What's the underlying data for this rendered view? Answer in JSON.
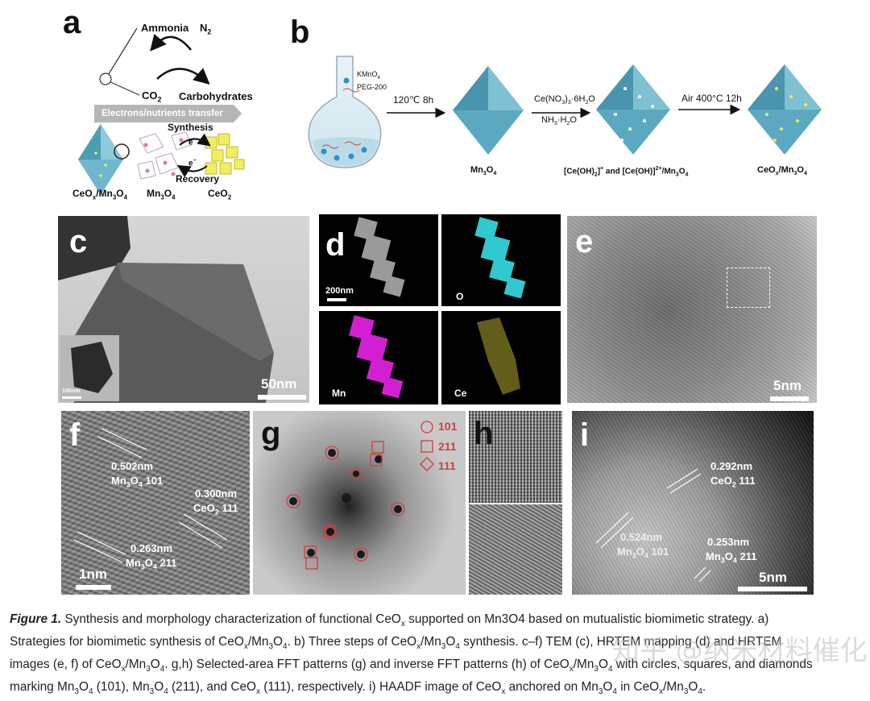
{
  "panels": {
    "a": {
      "label": "a",
      "ammonia": "Ammonia",
      "n2": "N",
      "n2_sub": "2",
      "co2": "CO",
      "co2_sub": "2",
      "carbohydrates": "Carbohydrates",
      "transfer": "Electrons/nutrients transfer",
      "synthesis": "Synthesis",
      "recovery": "Recovery",
      "e1": "e",
      "e2": "e",
      "ceox": "CeO",
      "ceox_rest": "/Mn",
      "mn3o4_a": "Mn",
      "ceo2": "CeO"
    },
    "b": {
      "label": "b",
      "kmno4": "KMnO",
      "peg": "PEG-200",
      "step1": "120℃ 8h",
      "step2_top": "Ce(NO",
      "step2_bottom": "NH",
      "step3": "Air 400°C 12h",
      "prod1": "Mn",
      "prod2": "[Ce(OH)",
      "prod3": "CeO"
    },
    "c": {
      "label": "c",
      "scale": "50nm",
      "inset_scale": "100nm"
    },
    "d": {
      "label": "d",
      "scale": "200nm",
      "o": "O",
      "mn": "Mn",
      "ce": "Ce"
    },
    "e": {
      "label": "e",
      "scale": "5nm"
    },
    "f": {
      "label": "f",
      "d1": "0.502nm",
      "p1": "Mn",
      "d2": "0.300nm",
      "p2": "CeO",
      "d3": "0.263nm",
      "p3": "Mn",
      "scale": "1nm"
    },
    "g": {
      "label": "g",
      "l1": "101",
      "l2": "211",
      "l3": "111"
    },
    "h": {
      "label": "h"
    },
    "i": {
      "label": "i",
      "d1": "0.292nm",
      "p1": "CeO",
      "d2": "0.524nm",
      "p2": "Mn",
      "d3": "0.253nm",
      "p3": "Mn",
      "scale": "5nm"
    }
  },
  "caption": {
    "fig_label": "Figure 1.",
    "line1": " Synthesis and morphology characterization of functional CeO",
    "line1b": " supported on Mn3O4 based on mutualistic biomimetic strategy. a)",
    "line2": "Strategies for biomimetic synthesis of CeO",
    "line2b": "/Mn",
    "line2c": ". b) Three steps of CeO",
    "line2d": "/Mn",
    "line2e": " synthesis. c–f) TEM (c), HRTEM mapping (d) and HRTEM",
    "line3": "images (e, f) of CeO",
    "line3b": "/Mn",
    "line3c": ". g,h) Selected-area FFT patterns (g) and inverse FFT patterns (h) of CeO",
    "line3d": "/Mn",
    "line3e": " with circles, squares, and diamonds",
    "line4": "marking Mn",
    "line4b": " (101), Mn",
    "line4c": " (211), and CeO",
    "line4d": " (111), respectively. i) HAADF image of CeO",
    "line4e": " anchored on Mn",
    "line4f": " in CeO",
    "line4g": "/Mn",
    "line4h": ".",
    "sub_x": "x",
    "sub_3": "3",
    "sub_4": "4"
  },
  "watermark": "知乎 @纳米材料催化"
}
